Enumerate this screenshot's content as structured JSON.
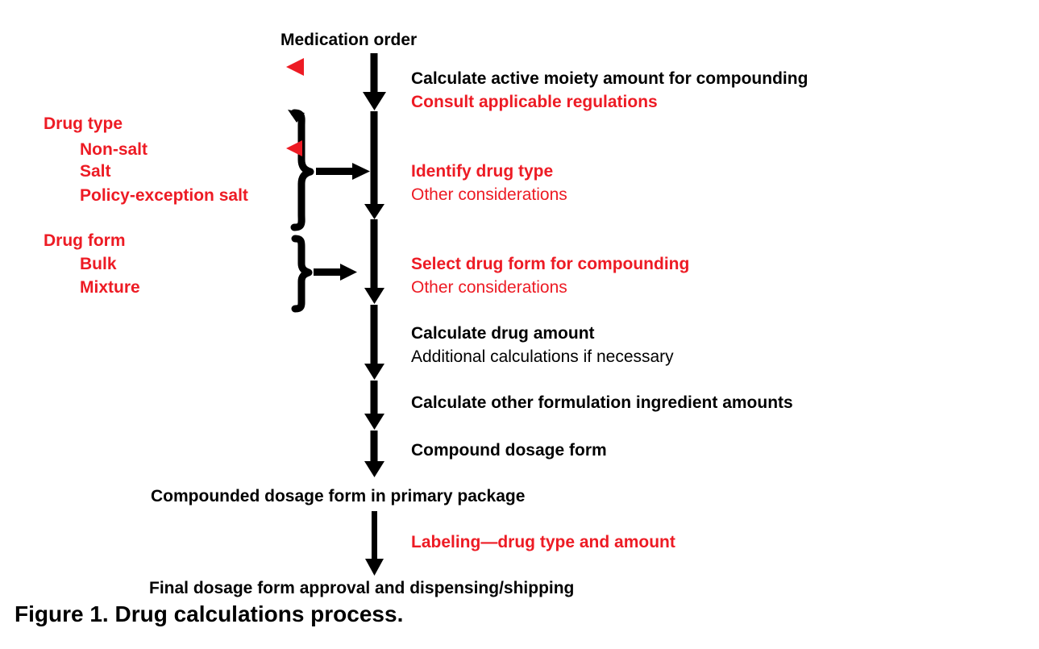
{
  "figure": {
    "caption": "Figure 1. Drug calculations process.",
    "title": "Medication order",
    "accent_color": "#ED1B24",
    "text_color": "#000000"
  },
  "flow": {
    "start_label": "Medication order",
    "steps": [
      {
        "id": "step-1",
        "primary": "Calculate active moiety amount for compounding",
        "primary_color": "#000000",
        "primary_weight": "bold",
        "secondary": "Consult applicable regulations",
        "secondary_color": "#ED1B24",
        "secondary_weight": "bold"
      },
      {
        "id": "step-2",
        "primary": "Identify drug type",
        "primary_color": "#ED1B24",
        "primary_weight": "bold",
        "secondary": "Other considerations",
        "secondary_color": "#ED1B24",
        "secondary_weight": "normal"
      },
      {
        "id": "step-3",
        "primary": "Select drug form for compounding",
        "primary_color": "#ED1B24",
        "primary_weight": "bold",
        "secondary": "Other considerations",
        "secondary_color": "#ED1B24",
        "secondary_weight": "normal"
      },
      {
        "id": "step-4",
        "primary": "Calculate drug amount",
        "primary_color": "#000000",
        "primary_weight": "bold",
        "secondary": "Additional calculations if necessary",
        "secondary_color": "#000000",
        "secondary_weight": "normal"
      },
      {
        "id": "step-5",
        "primary": "Calculate other formulation ingredient amounts",
        "primary_color": "#000000",
        "primary_weight": "bold",
        "secondary": "",
        "secondary_color": "#000000",
        "secondary_weight": "normal"
      },
      {
        "id": "step-6",
        "primary": "Compound dosage form",
        "primary_color": "#000000",
        "primary_weight": "bold",
        "secondary": "",
        "secondary_color": "#000000",
        "secondary_weight": "normal"
      }
    ],
    "milestone": "Compounded dosage form in primary package",
    "labeling_step": "Labeling—drug type and amount",
    "end_label": "Final dosage form approval and dispensing/shipping"
  },
  "inputs": [
    {
      "id": "drug-type",
      "heading": "Drug type",
      "options": [
        "Non-salt",
        "Salt",
        "Policy-exception salt"
      ]
    },
    {
      "id": "drug-form",
      "heading": "Drug form",
      "options": [
        "Bulk",
        "Mixture"
      ]
    }
  ],
  "markers": [
    {
      "id": "marker-top",
      "shape": "left-triangle",
      "color": "#ED1B24"
    },
    {
      "id": "marker-drugtype",
      "shape": "left-triangle",
      "color": "#ED1B24"
    }
  ]
}
